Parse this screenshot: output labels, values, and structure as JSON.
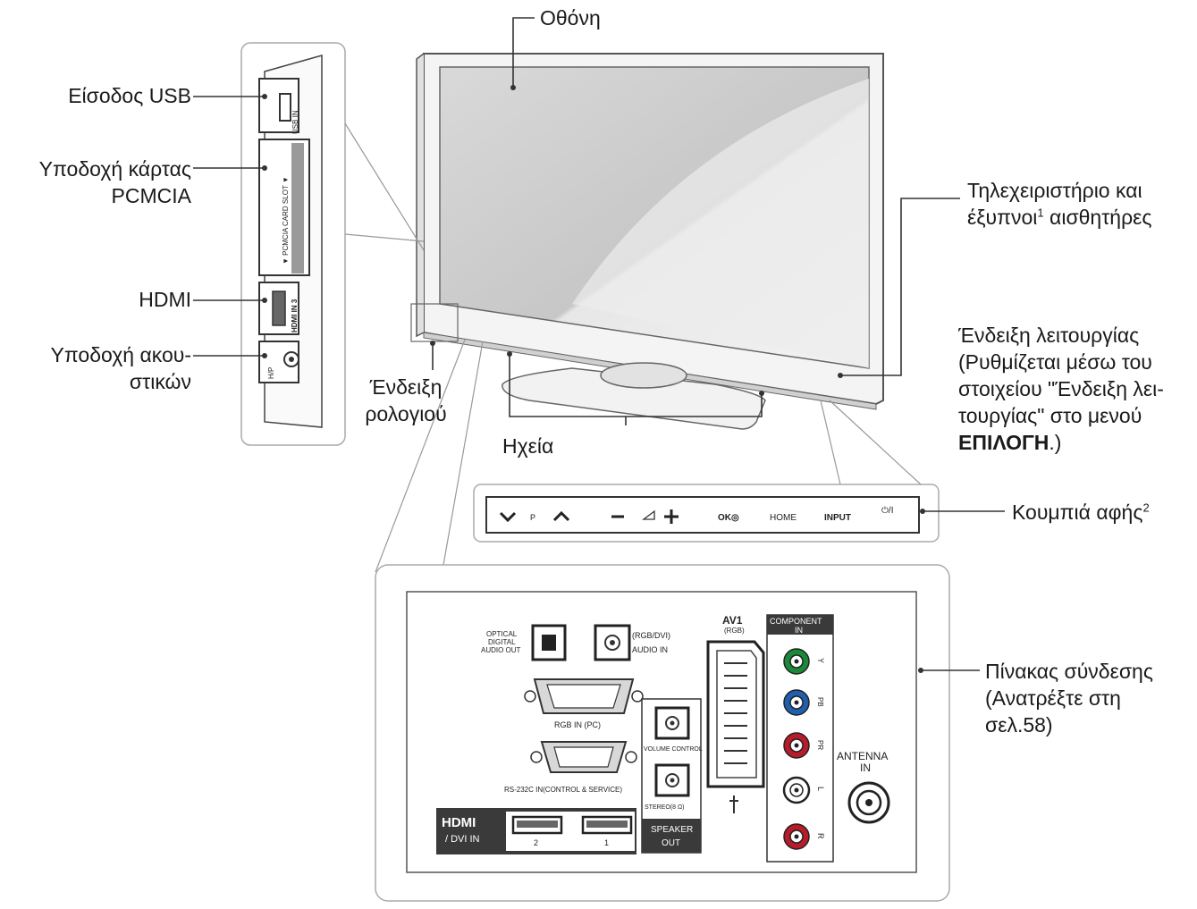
{
  "labels": {
    "screen": "Οθόνη",
    "usb_input": "Είσοδος USB",
    "pcmcia_line1": "Υποδοχή κάρτας",
    "pcmcia_line2": "PCMCIA",
    "hdmi": "HDMI",
    "headphone_line1": "Υποδοχή ακου-",
    "headphone_line2": "στικών",
    "clock_ind_line1": "Ένδειξη",
    "clock_ind_line2": "ρολογιού",
    "speakers": "Ηχεία",
    "remote_line1": "Τηλεχειριστήριο και",
    "remote_line2_pre": "έξυπνοι",
    "remote_line2_sup": "1",
    "remote_line2_post": " αισθητήρες",
    "power_line1": "Ένδειξη λειτουργίας",
    "power_line2": "(Ρυθμίζεται μέσω του",
    "power_line3": "στοιχείου \"Ένδειξη λει-",
    "power_line4": "τουργίας\" στο μενού",
    "power_line5_bold": "ΕΠΙΛΟΓΗ",
    "power_line5_post": ".)",
    "touch_buttons": "Κουμπιά αφής",
    "touch_sup": "2",
    "panel_line1": "Πίνακας σύνδεσης",
    "panel_line2": "(Ανατρέξτε στη",
    "panel_line3": "σελ.58)"
  },
  "side_panel": {
    "usb_in": "USB IN",
    "pcmcia_slot": "▼ PCMCIA CARD SLOT ▼",
    "hdmi_in": "HDMI IN 3",
    "headphone": "H/P"
  },
  "touch_bar": {
    "p": "P",
    "ok": "OK◎",
    "home": "HOME",
    "input": "INPUT",
    "power": "⏻/I"
  },
  "connection_panel": {
    "optical_line1": "OPTICAL",
    "optical_line2": "DIGITAL",
    "optical_line3": "AUDIO OUT",
    "rgb_audio_line1": "(RGB/DVI)",
    "rgb_audio_line2": "AUDIO IN",
    "rgb_in": "RGB IN (PC)",
    "rs232": "RS-232C IN(CONTROL & SERVICE)",
    "hdmi_logo": "HDMI",
    "dvi_in": "/ DVI IN",
    "hdmi_port_2": "2",
    "hdmi_port_1": "1",
    "volume_control": "VOLUME CONTROL",
    "stereo": "STEREO(8 Ω)",
    "speaker_out_line1": "SPEAKER",
    "speaker_out_line2": "OUT",
    "av1": "AV1",
    "av1_rgb": "(RGB)",
    "component_line1": "COMPONENT",
    "component_line2": "IN",
    "y": "Y",
    "pb": "PB",
    "pr": "PR",
    "l": "L",
    "r": "R",
    "antenna_line1": "ANTENNA",
    "antenna_line2": "IN"
  },
  "colors": {
    "line": "#333333",
    "panel_border": "#999999",
    "jack_green": "#1a8a3a",
    "jack_blue": "#1f5fb0",
    "jack_red": "#b81c2a",
    "hdmi_box": "#3a3a3a"
  }
}
